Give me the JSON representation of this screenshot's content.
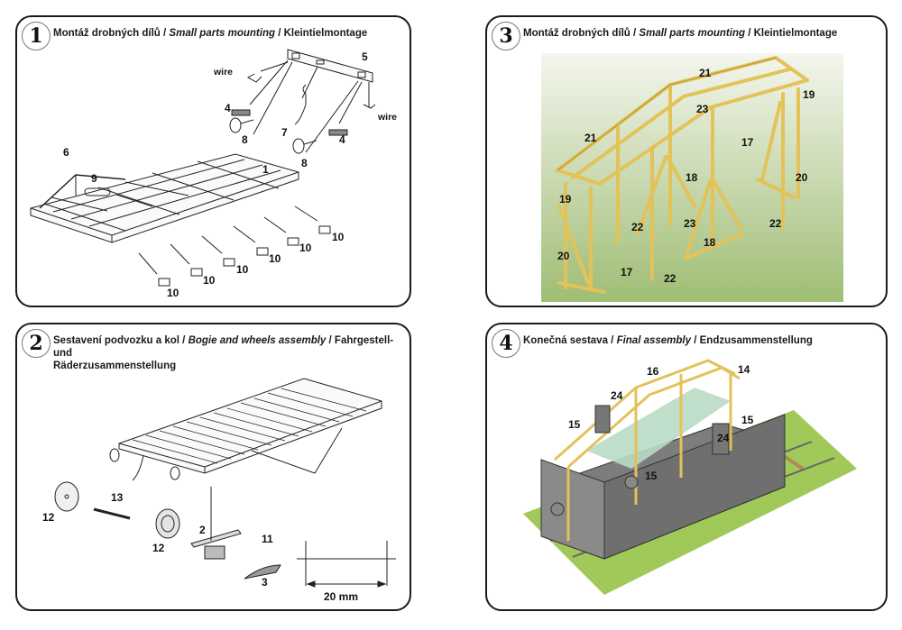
{
  "steps": [
    {
      "number": "1",
      "title_cz": "Montáž drobných dílů",
      "title_en": "Small parts mounting",
      "title_de": "Kleintielmontage",
      "sep": " / ",
      "labels": {
        "p5": "5",
        "p4a": "4",
        "p4b": "4",
        "p8a": "8",
        "p8b": "8",
        "p7": "7",
        "p6": "6",
        "p9": "9",
        "p1": "1",
        "p10a": "10",
        "p10b": "10",
        "p10c": "10",
        "p10d": "10",
        "p10e": "10",
        "p10f": "10",
        "wire_a": "wire",
        "wire_b": "wire"
      }
    },
    {
      "number": "2",
      "title_cz": "Sestavení podvozku a kol",
      "title_en": "Bogie and wheels assembly",
      "title_de_line1": "Fahrgestell- und",
      "title_de_line2": "Räderzusammenstellung",
      "sep": " / ",
      "labels": {
        "p12a": "12",
        "p12b": "12",
        "p13": "13",
        "p2": "2",
        "p11": "11",
        "p3": "3",
        "dim": "20 mm"
      }
    },
    {
      "number": "3",
      "title_cz": "Montáž drobných dílů",
      "title_en": "Small parts mounting",
      "title_de": "Kleintielmontage",
      "sep": " / ",
      "labels": {
        "p21a": "21",
        "p21b": "21",
        "p19a": "19",
        "p19b": "19",
        "p23a": "23",
        "p23b": "23",
        "p17a": "17",
        "p17b": "17",
        "p18a": "18",
        "p18b": "18",
        "p20a": "20",
        "p20b": "20",
        "p22a": "22",
        "p22b": "22",
        "p22c": "22"
      }
    },
    {
      "number": "4",
      "title_cz": "Konečná sestava",
      "title_en": "Final assembly",
      "title_de": "Endzusammenstellung",
      "sep": " / ",
      "labels": {
        "p16": "16",
        "p14": "14",
        "p24a": "24",
        "p24b": "24",
        "p15a": "15",
        "p15b": "15",
        "p15c": "15"
      }
    }
  ],
  "colors": {
    "frame_wood": "#e3c25a",
    "frame_edge": "#a8862a",
    "wagon_grey": "#7d7d7d",
    "glass": "#b9dcc4",
    "grass": "#8fbf3c",
    "bg_green": "#c8d9a8"
  }
}
